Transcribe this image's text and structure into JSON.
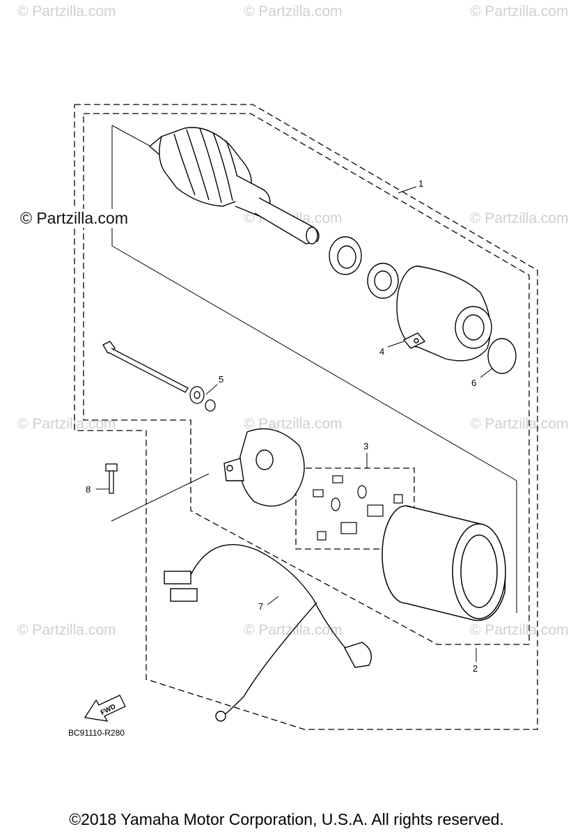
{
  "watermark": {
    "text": "© Partzilla.com",
    "featured": "© Partzilla.com"
  },
  "callouts": {
    "c1": "1",
    "c2": "2",
    "c3": "3",
    "c4": "4",
    "c5": "5",
    "c6": "6",
    "c7": "7",
    "c8": "8"
  },
  "fwd_label": "FWD",
  "diagram_code": "BC91110-R280",
  "copyright": "©2018 Yamaha Motor Corporation, U.S.A. All rights reserved."
}
